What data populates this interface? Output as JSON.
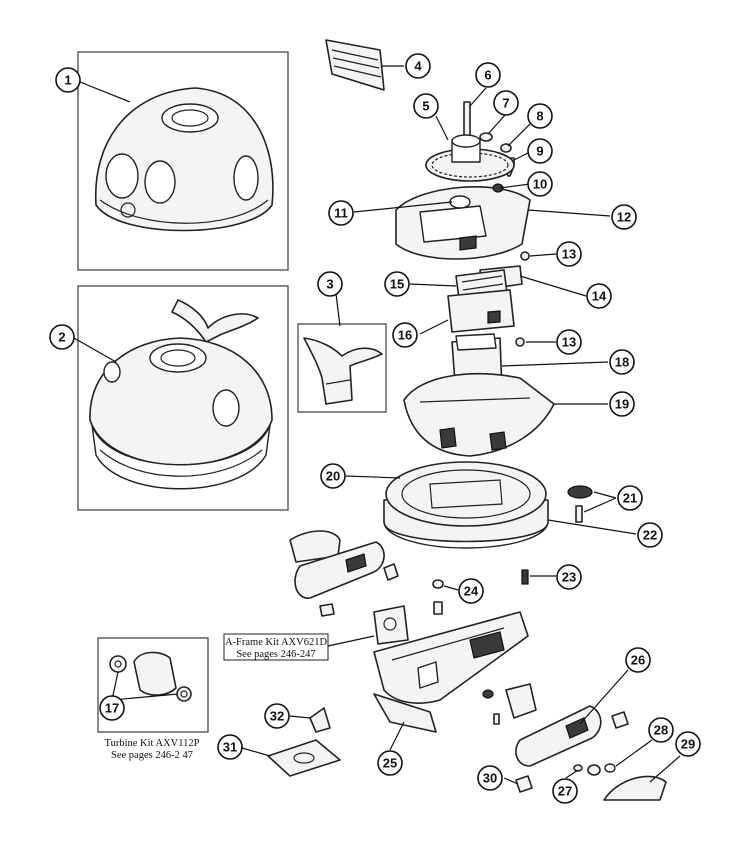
{
  "callouts": [
    {
      "id": "p1",
      "label": "1"
    },
    {
      "id": "p2",
      "label": "2"
    },
    {
      "id": "p3",
      "label": "3"
    },
    {
      "id": "p4",
      "label": "4"
    },
    {
      "id": "p5",
      "label": "5"
    },
    {
      "id": "p6",
      "label": "6"
    },
    {
      "id": "p7",
      "label": "7"
    },
    {
      "id": "p8",
      "label": "8"
    },
    {
      "id": "p9",
      "label": "9"
    },
    {
      "id": "p10",
      "label": "10"
    },
    {
      "id": "p11",
      "label": "11"
    },
    {
      "id": "p12",
      "label": "12"
    },
    {
      "id": "p13a",
      "label": "13"
    },
    {
      "id": "p13b",
      "label": "13"
    },
    {
      "id": "p14",
      "label": "14"
    },
    {
      "id": "p15",
      "label": "15"
    },
    {
      "id": "p16",
      "label": "16"
    },
    {
      "id": "p17",
      "label": "17"
    },
    {
      "id": "p18",
      "label": "18"
    },
    {
      "id": "p19",
      "label": "19"
    },
    {
      "id": "p20",
      "label": "20"
    },
    {
      "id": "p21",
      "label": "21"
    },
    {
      "id": "p22",
      "label": "22"
    },
    {
      "id": "p23",
      "label": "23"
    },
    {
      "id": "p24",
      "label": "24"
    },
    {
      "id": "p25",
      "label": "25"
    },
    {
      "id": "p26",
      "label": "26"
    },
    {
      "id": "p27",
      "label": "27"
    },
    {
      "id": "p28",
      "label": "28"
    },
    {
      "id": "p29",
      "label": "29"
    },
    {
      "id": "p30",
      "label": "30"
    },
    {
      "id": "p31",
      "label": "31"
    },
    {
      "id": "p32",
      "label": "32"
    }
  ],
  "kits": {
    "aframe": {
      "line1": "A-Frame Kit AXV621D",
      "line2": "See pages 246-247"
    },
    "turbine": {
      "line1": "Turbine Kit AXV112P",
      "line2": "See pages 246-2 47"
    }
  }
}
